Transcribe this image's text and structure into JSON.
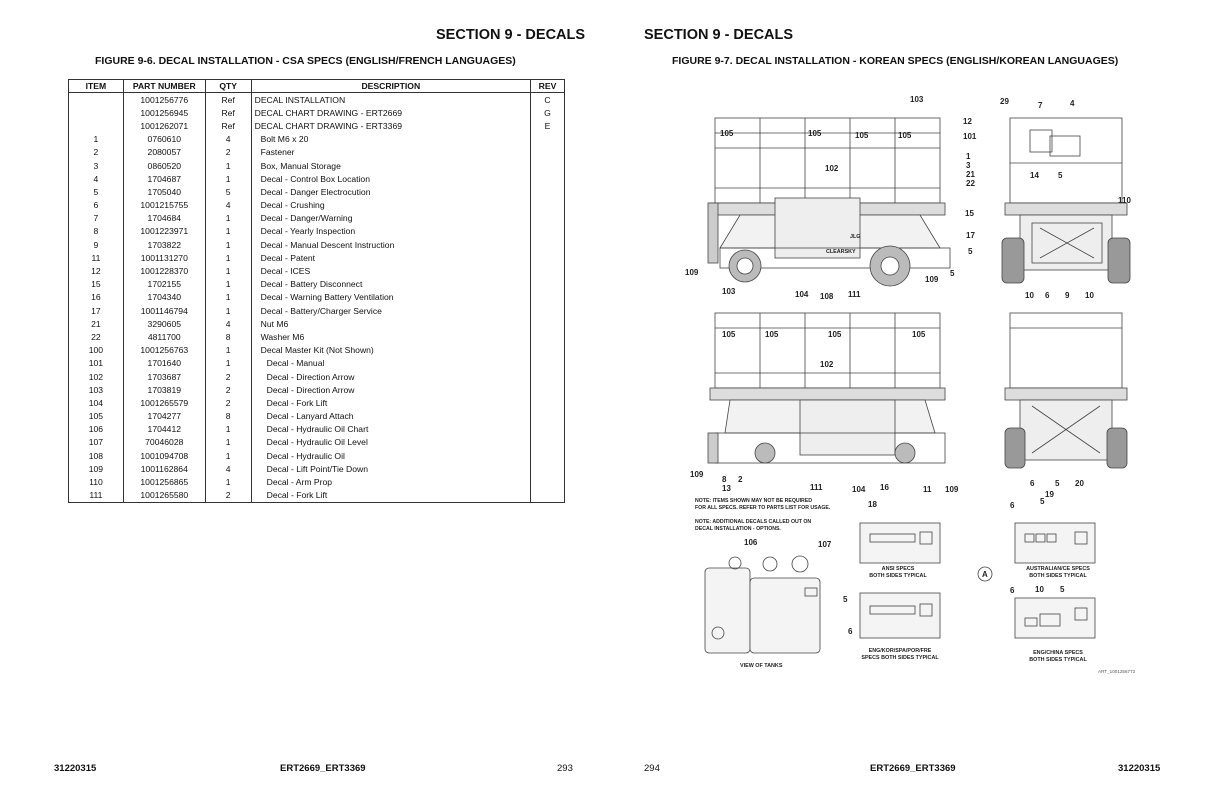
{
  "left_page": {
    "section_title": "SECTION 9 - DECALS",
    "figure_title": "FIGURE 9-6. DECAL INSTALLATION - CSA SPECS (ENGLISH/FRENCH LANGUAGES)",
    "table": {
      "headers": [
        "ITEM",
        "PART NUMBER",
        "QTY",
        "DESCRIPTION",
        "REV"
      ],
      "rows": [
        [
          "",
          "1001256776",
          "Ref",
          "DECAL INSTALLATION",
          "C"
        ],
        [
          "",
          "1001256945",
          "Ref",
          "DECAL CHART DRAWING - ERT2669",
          "G"
        ],
        [
          "",
          "1001262071",
          "Ref",
          "DECAL CHART DRAWING - ERT3369",
          "E"
        ],
        [
          "1",
          "0760610",
          "4",
          "Bolt M6 x 20",
          ""
        ],
        [
          "2",
          "2080057",
          "2",
          "Fastener",
          ""
        ],
        [
          "3",
          "0860520",
          "1",
          "Box, Manual Storage",
          ""
        ],
        [
          "4",
          "1704687",
          "1",
          "Decal - Control Box Location",
          ""
        ],
        [
          "5",
          "1705040",
          "5",
          "Decal - Danger Electrocution",
          ""
        ],
        [
          "6",
          "1001215755",
          "4",
          "Decal - Crushing",
          ""
        ],
        [
          "7",
          "1704684",
          "1",
          "Decal - Danger/Warning",
          ""
        ],
        [
          "8",
          "1001223971",
          "1",
          "Decal - Yearly Inspection",
          ""
        ],
        [
          "9",
          "1703822",
          "1",
          "Decal - Manual Descent Instruction",
          ""
        ],
        [
          "11",
          "1001131270",
          "1",
          "Decal - Patent",
          ""
        ],
        [
          "12",
          "1001228370",
          "1",
          "Decal - ICES",
          ""
        ],
        [
          "15",
          "1702155",
          "1",
          "Decal - Battery Disconnect",
          ""
        ],
        [
          "16",
          "1704340",
          "1",
          "Decal - Warning Battery Ventilation",
          ""
        ],
        [
          "17",
          "1001146794",
          "1",
          "Decal - Battery/Charger Service",
          ""
        ],
        [
          "21",
          "3290605",
          "4",
          "Nut M6",
          ""
        ],
        [
          "22",
          "4811700",
          "8",
          "Washer M6",
          ""
        ],
        [
          "100",
          "1001256763",
          "1",
          "Decal Master Kit (Not Shown)",
          ""
        ],
        [
          "101",
          "1701640",
          "1",
          "Decal - Manual",
          ""
        ],
        [
          "102",
          "1703687",
          "2",
          "Decal - Direction Arrow",
          ""
        ],
        [
          "103",
          "1703819",
          "2",
          "Decal - Direction Arrow",
          ""
        ],
        [
          "104",
          "1001265579",
          "2",
          "Decal - Fork Lift",
          ""
        ],
        [
          "105",
          "1704277",
          "8",
          "Decal - Lanyard Attach",
          ""
        ],
        [
          "106",
          "1704412",
          "1",
          "Decal - Hydraulic Oil Chart",
          ""
        ],
        [
          "107",
          "70046028",
          "1",
          "Decal - Hydraulic Oil Level",
          ""
        ],
        [
          "108",
          "1001094708",
          "1",
          "Decal - Hydraulic Oil",
          ""
        ],
        [
          "109",
          "1001162864",
          "4",
          "Decal - Lift Point/Tie Down",
          ""
        ],
        [
          "110",
          "1001256865",
          "1",
          "Decal - Arm Prop",
          ""
        ],
        [
          "111",
          "1001265580",
          "2",
          "Decal - Fork Lift",
          ""
        ]
      ]
    },
    "footer": {
      "doc_number": "31220315",
      "model": "ERT2669_ERT3369",
      "page_number": "293"
    }
  },
  "right_page": {
    "section_title": "SECTION 9 - DECALS",
    "figure_title": "FIGURE 9-7. DECAL INSTALLATION - KOREAN SPECS (ENGLISH/KOREAN LANGUAGES)",
    "drawing": {
      "notes": [
        "NOTE: ITEMS SHOWN MAY NOT BE REQUIRED",
        "FOR ALL SPECS. REFER TO PARTS LIST FOR USAGE.",
        "NOTE: ADDITIONAL DECALS CALLED OUT ON",
        "DECAL INSTALLATION - OPTIONS."
      ],
      "captions": {
        "view_of_tanks": "VIEW OF TANKS",
        "ansi_1": "ANSI SPECS",
        "ansi_2": "BOTH SIDES TYPICAL",
        "aus_1": "AUSTRALIAN/CE SPECS",
        "aus_2": "BOTH SIDES TYPICAL",
        "eng_kor_1": "ENG/KOR/SPA/POR/FRE",
        "eng_kor_2": "SPECS BOTH SIDES TYPICAL",
        "eng_china_1": "ENG/CHINA SPECS",
        "eng_china_2": "BOTH SIDES TYPICAL",
        "detail_a": "A",
        "art_number": "ART_1001256772",
        "brand": "JLG",
        "clearsky": "CLEARSKY"
      },
      "callouts": [
        "103",
        "29",
        "7",
        "4",
        "105",
        "105",
        "105",
        "105",
        "12",
        "101",
        "1",
        "3",
        "21",
        "22",
        "14",
        "5",
        "102",
        "110",
        "15",
        "17",
        "5",
        "5",
        "109",
        "104",
        "108",
        "111",
        "109",
        "10",
        "6",
        "9",
        "10",
        "103",
        "105",
        "105",
        "105",
        "105",
        "102",
        "109",
        "8",
        "2",
        "13",
        "111",
        "104",
        "16",
        "11",
        "109",
        "6",
        "5",
        "20",
        "19",
        "18",
        "6",
        "5",
        "106",
        "107",
        "5",
        "6",
        "6",
        "10",
        "5"
      ]
    },
    "footer": {
      "doc_number": "31220315",
      "model": "ERT2669_ERT3369",
      "page_number": "294"
    }
  }
}
